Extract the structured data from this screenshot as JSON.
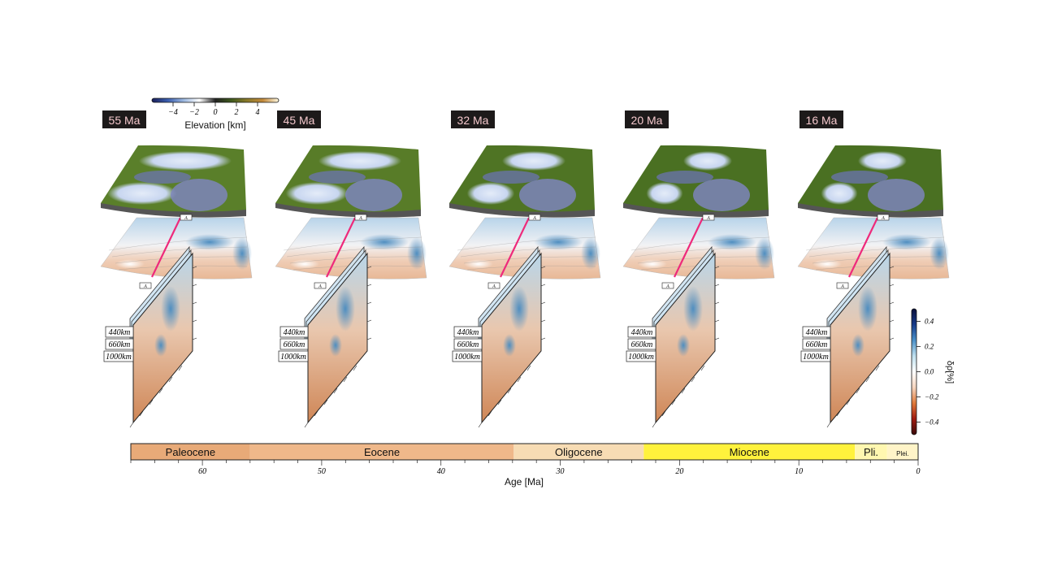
{
  "panels": [
    {
      "label": "55 Ma"
    },
    {
      "label": "45 Ma"
    },
    {
      "label": "32 Ma"
    },
    {
      "label": "20 Ma"
    },
    {
      "label": "16 Ma"
    }
  ],
  "depth_labels": [
    "440km",
    "660km",
    "1000km"
  ],
  "profile_label": "A",
  "elevation_colorbar": {
    "title": "Elevation [km]",
    "range": [
      -6,
      6
    ],
    "ticks": [
      -4,
      -2,
      0,
      2,
      4
    ],
    "tick_labels": [
      "−4",
      "−2",
      "0",
      "2",
      "4"
    ],
    "colors": [
      "#1a1f5a",
      "#3b5fb0",
      "#9cb8e0",
      "#ffffff",
      "#222222",
      "#3f5a1e",
      "#8a7a2a",
      "#c48a3a",
      "#fff8e0"
    ]
  },
  "density_colorbar": {
    "title": "δρ[%]",
    "range": [
      -0.5,
      0.5
    ],
    "ticks": [
      0.4,
      0.2,
      0.0,
      -0.2,
      -0.4
    ],
    "tick_labels": [
      "0.4",
      "0.2",
      "0.0",
      "−0.2",
      "−0.4"
    ],
    "colors": [
      "#3a0a0a",
      "#a01a10",
      "#e07a3a",
      "#f5d5bf",
      "#ffffff",
      "#bfe0ee",
      "#4a90c8",
      "#163a8a",
      "#0a0f3a"
    ]
  },
  "timescale": {
    "xlabel": "Age [Ma]",
    "range": [
      66,
      0
    ],
    "ticks": [
      60,
      50,
      40,
      30,
      20,
      10,
      0
    ],
    "epochs": [
      {
        "name": "Paleocene",
        "start": 66,
        "end": 56,
        "color": "#e8aa78"
      },
      {
        "name": "Eocene",
        "start": 56,
        "end": 33.9,
        "color": "#efb88a"
      },
      {
        "name": "Oligocene",
        "start": 33.9,
        "end": 23,
        "color": "#f7dcb4"
      },
      {
        "name": "Miocene",
        "start": 23,
        "end": 5.3,
        "color": "#fff23c"
      },
      {
        "name": "Pli.",
        "start": 5.3,
        "end": 2.6,
        "color": "#fff7b0"
      },
      {
        "name": "Plei.",
        "start": 2.6,
        "end": 0,
        "color": "#fff4c8"
      }
    ]
  }
}
